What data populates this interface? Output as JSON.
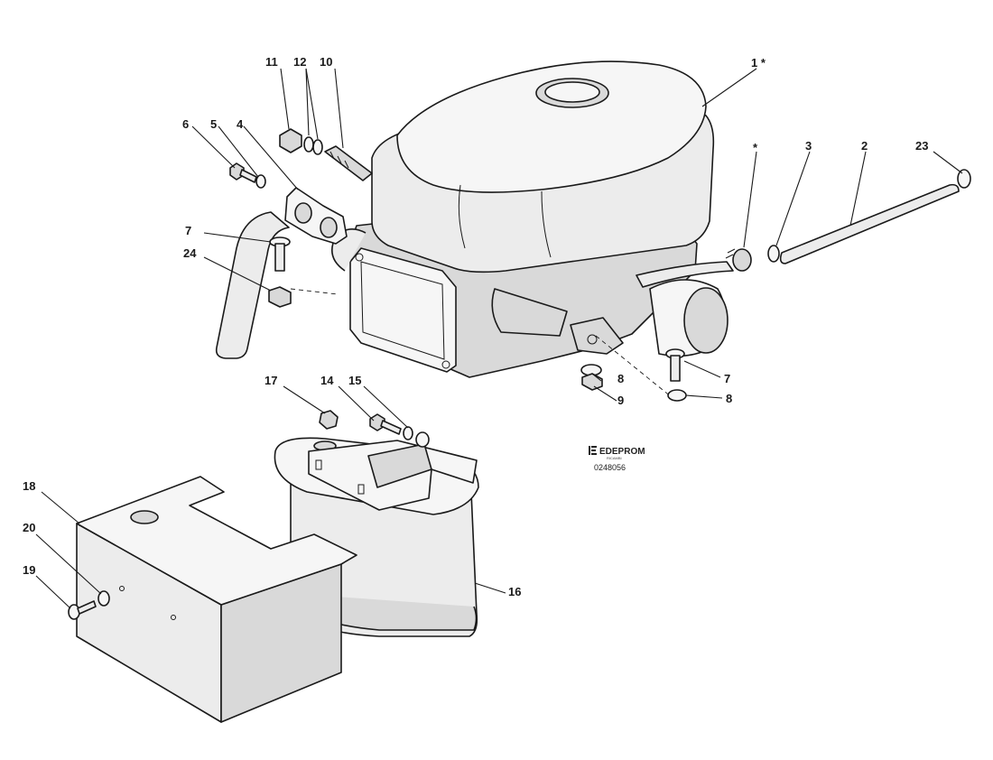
{
  "callouts": {
    "c1": "1 *",
    "c2": "2",
    "c3": "3",
    "c4": "4",
    "c5": "5",
    "c6": "6",
    "c7a": "7",
    "c7b": "7",
    "c8a": "8",
    "c8b": "8",
    "c9": "9",
    "c10": "10",
    "c11": "11",
    "c12": "12",
    "c14": "14",
    "c15": "15",
    "c16": "16",
    "c17": "17",
    "c18": "18",
    "c19": "19",
    "c20": "20",
    "c23": "23",
    "c24": "24",
    "cstar": "*"
  },
  "brand": {
    "name": "EDEPROM",
    "tagline": "RICAMBI",
    "code": "0248056"
  }
}
